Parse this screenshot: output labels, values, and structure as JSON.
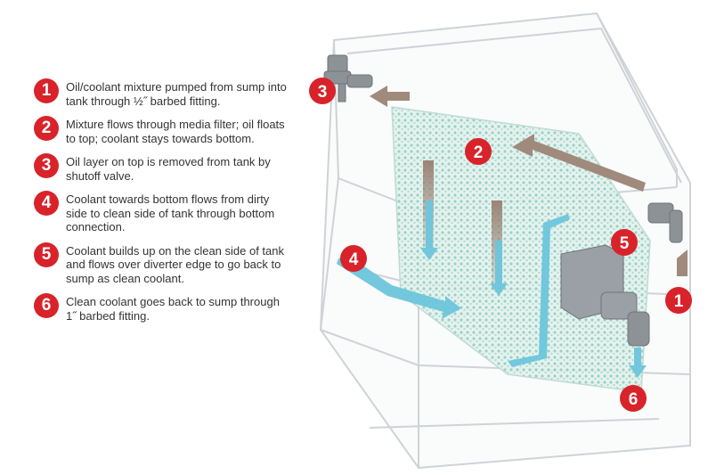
{
  "steps": [
    {
      "number": "1",
      "text": "Oil/coolant mixture pumped from sump into tank through ½˝ barbed fitting."
    },
    {
      "number": "2",
      "text": "Mixture flows through media filter; oil floats to top; coolant stays towards bottom."
    },
    {
      "number": "3",
      "text": "Oil layer on top is removed from tank by shutoff valve."
    },
    {
      "number": "4",
      "text": "Coolant towards bottom flows from dirty side to clean side of tank through bottom connection."
    },
    {
      "number": "5",
      "text": "Coolant builds up on the clean side of tank and flows over diverter edge to go back to sump as clean coolant."
    },
    {
      "number": "6",
      "text": "Clean coolant goes back to sump through 1˝ barbed fitting."
    }
  ],
  "diagram_badges": [
    "1",
    "2",
    "3",
    "4",
    "5",
    "6"
  ],
  "colors": {
    "badge": "#d8232a",
    "oil_arrow": "#a08a7c",
    "coolant_arrow": "#6cc6dc",
    "filter_media": "#7cc8b4",
    "tank_outline": "#cfd3d6"
  }
}
